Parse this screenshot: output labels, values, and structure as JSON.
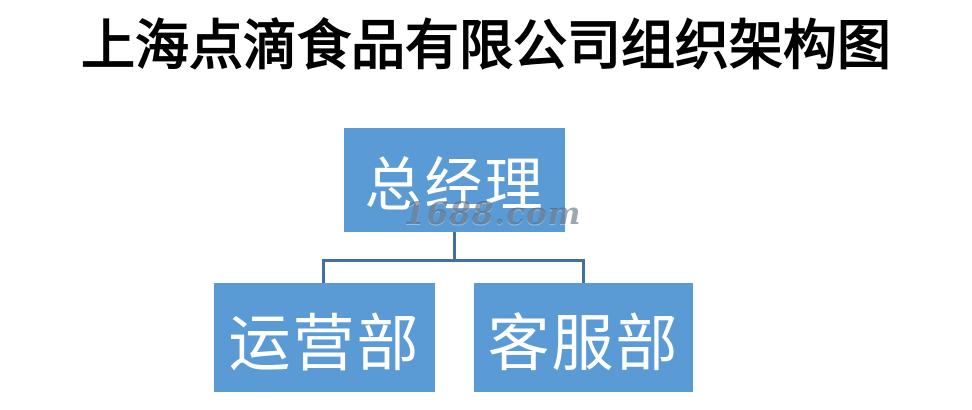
{
  "title": "上海点滴食品有限公司组织架构图",
  "watermark": "1688.com",
  "colors": {
    "node_fill": "#5B9BD5",
    "node_text": "#FFFFFF",
    "connector": "#41719C",
    "title_text": "#000000",
    "background": "#FFFFFF"
  },
  "chart_data": {
    "type": "diagram",
    "diagram_kind": "org-chart",
    "title": "上海点滴食品有限公司组织架构图",
    "orientation": "top-down",
    "nodes": [
      {
        "id": "root",
        "label": "总经理",
        "level": 0,
        "parent": null
      },
      {
        "id": "ops",
        "label": "运营部",
        "level": 1,
        "parent": "root"
      },
      {
        "id": "service",
        "label": "客服部",
        "level": 1,
        "parent": "root"
      }
    ],
    "edges": [
      {
        "from": "root",
        "to": "ops"
      },
      {
        "from": "root",
        "to": "service"
      }
    ],
    "annotations": [
      "1688.com"
    ],
    "legend": null,
    "grid": false
  }
}
